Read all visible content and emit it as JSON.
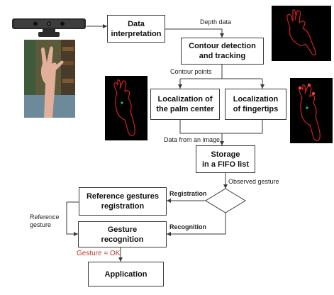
{
  "diagram": {
    "nodes": {
      "data_interpretation": "Data\ninterpretation",
      "contour_detection": "Contour detection\nand tracking",
      "palm_center": "Localization of\nthe palm center",
      "fingertips": "Localization\nof fingertips",
      "storage": "Storage\nin a FIFO list",
      "reference_registration": "Reference gestures\nregistration",
      "gesture_recognition": "Gesture\nrecognition",
      "application": "Application"
    },
    "edge_labels": {
      "depth_data": "Depth data",
      "contour_points": "Contour points",
      "data_from_image": "Data from an image",
      "observed_gesture": "Observed gesture",
      "registration": "Registration",
      "recognition": "Recognition",
      "reference_gesture": "Reference\ngesture",
      "gesture_ok": "Gesture = OK"
    },
    "colors": {
      "ok_label": "#c0392b",
      "contour_stroke": "#d42020",
      "box_border": "#3a3a3a"
    },
    "icons": [
      "depth-sensor-icon",
      "hand-photo",
      "hand-contour-image",
      "hand-contour-palm-image",
      "hand-contour-fingertips-image"
    ]
  }
}
